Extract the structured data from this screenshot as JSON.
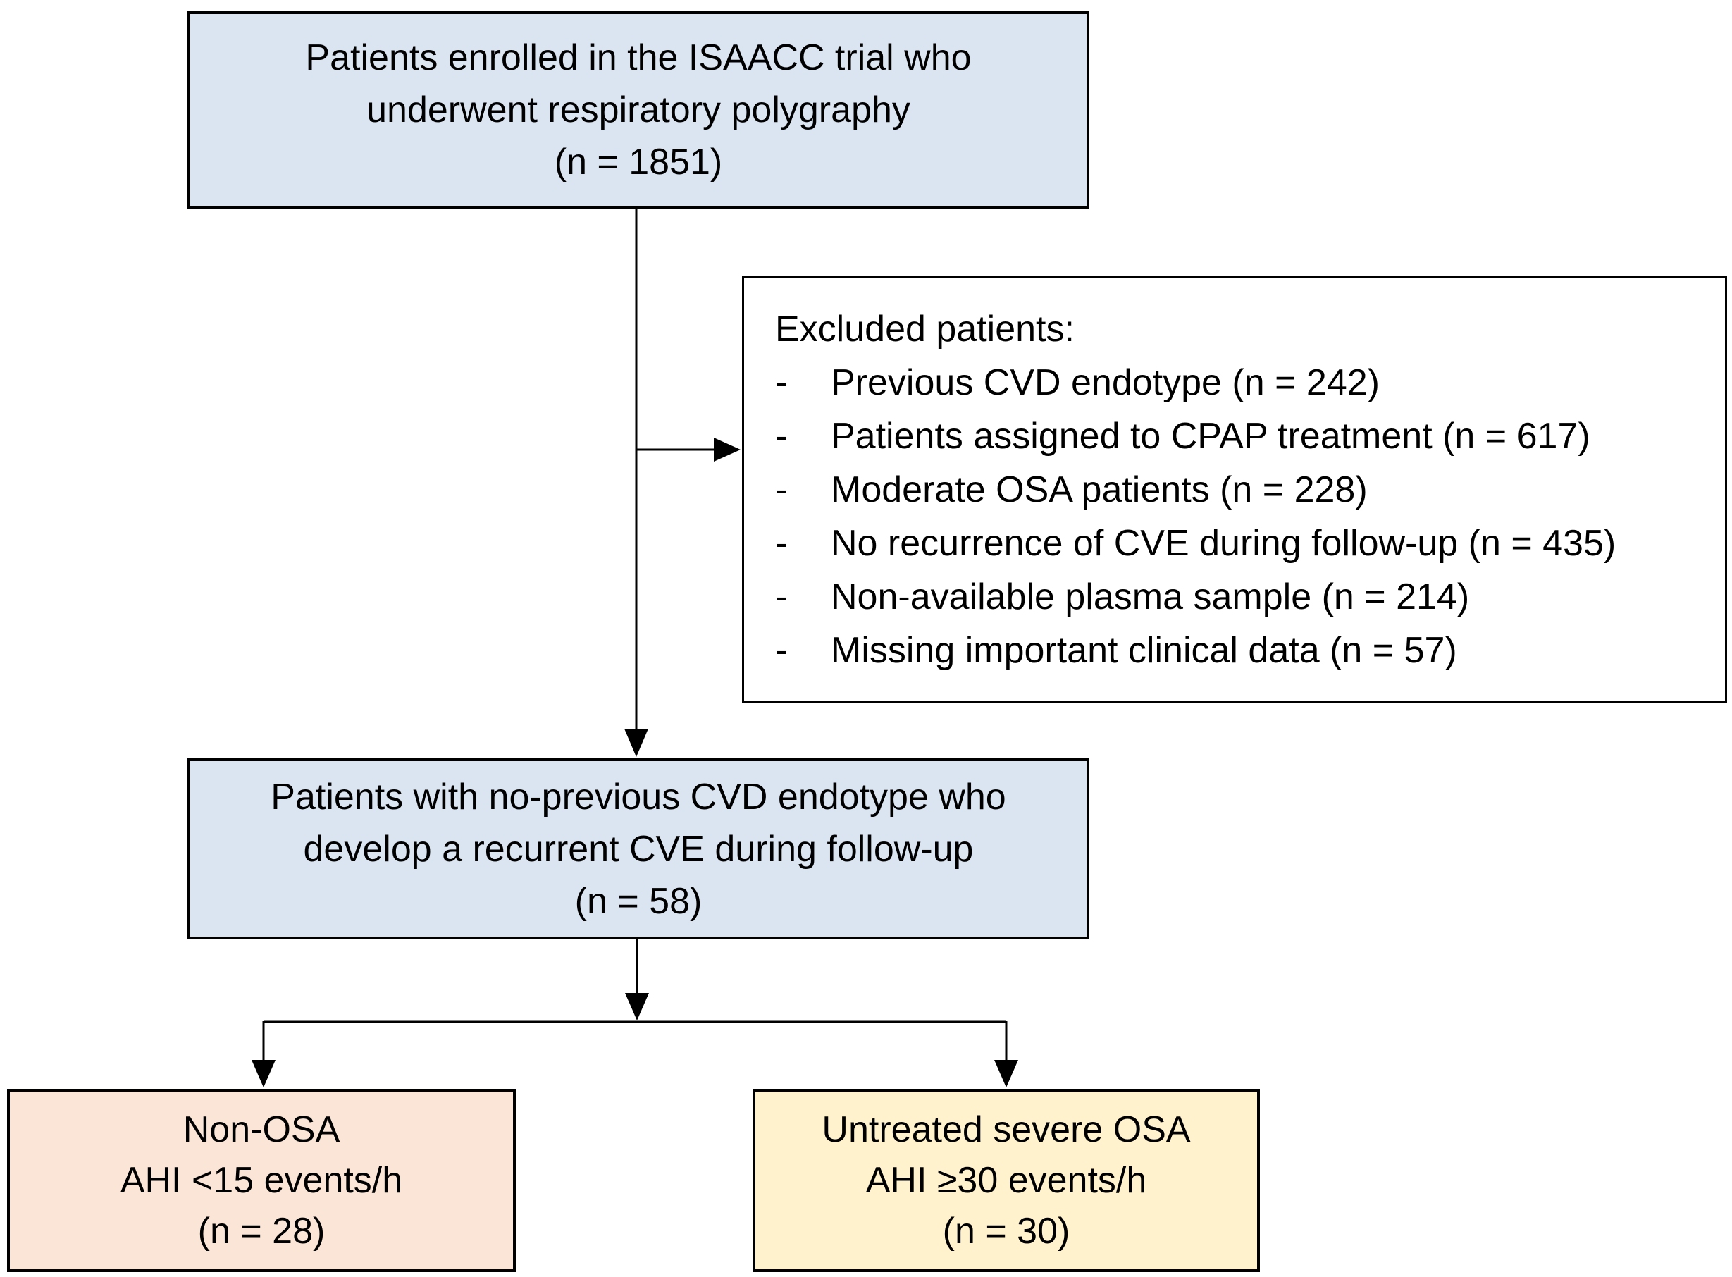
{
  "figure": {
    "background": "#ffffff",
    "colors": {
      "box_blue": "#dbe5f1",
      "box_white": "#ffffff",
      "box_peach": "#fbe5d6",
      "box_yellow": "#fff2cc",
      "border": "#000000",
      "text": "#000000"
    },
    "boxes": {
      "enrolled": {
        "lines": [
          "Patients enrolled in the ISAACC trial who",
          "underwent respiratory polygraphy",
          "(n = 1851)"
        ]
      },
      "excluded": {
        "title": "Excluded patients:",
        "bullet": "-",
        "items": [
          "Previous CVD endotype (n = 242)",
          "Patients assigned to CPAP treatment (n = 617)",
          "Moderate OSA patients (n = 228)",
          "No recurrence of CVE during follow-up (n = 435)",
          "Non-available plasma sample (n = 214)",
          "Missing important clinical data (n = 57)"
        ]
      },
      "recurrent": {
        "lines": [
          "Patients with no-previous CVD endotype who",
          "develop a recurrent CVE during follow-up",
          "(n = 58)"
        ]
      },
      "non_osa": {
        "lines": [
          "Non-OSA",
          "AHI <15 events/h",
          "(n = 28)"
        ]
      },
      "severe_osa": {
        "lines": [
          "Untreated severe OSA",
          "AHI ≥30 events/h",
          "(n = 30)"
        ]
      }
    }
  }
}
